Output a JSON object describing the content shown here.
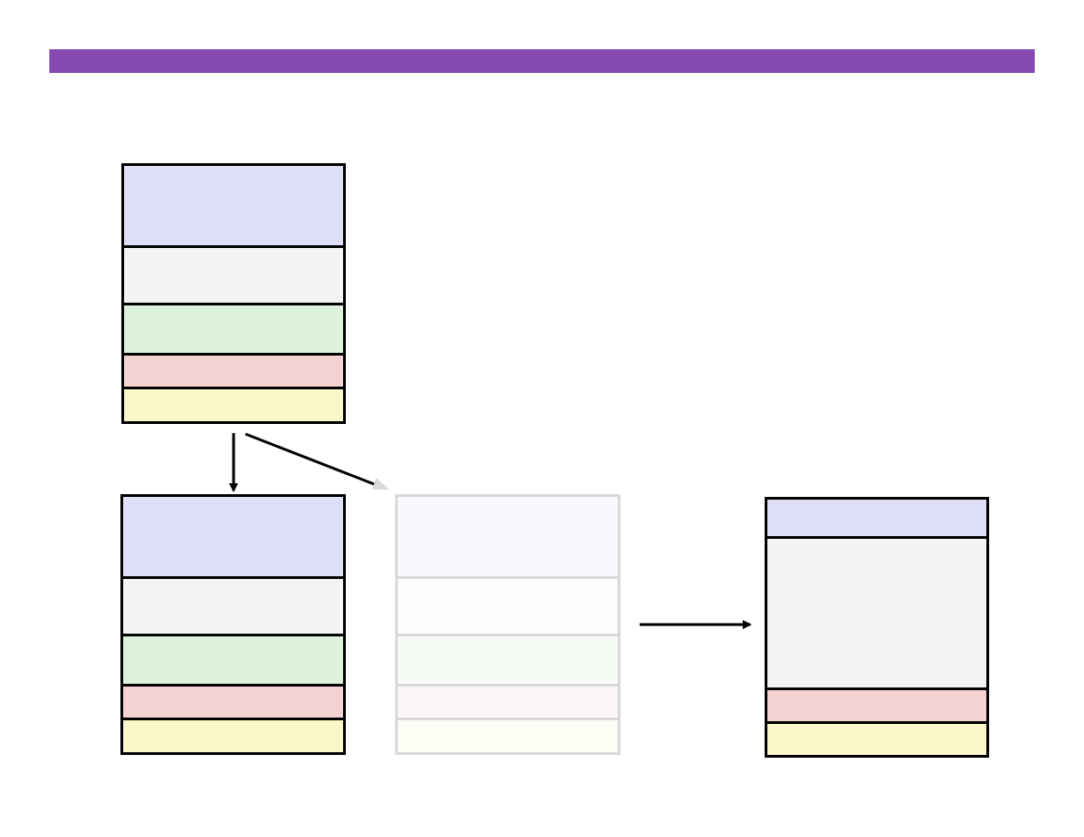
{
  "colors": {
    "title_bar": "#8549b0",
    "blue": "#dfdff7",
    "gray": "#f4f4f4",
    "green": "#dcf2da",
    "red": "#f5d3d3",
    "yellow": "#faf7c9",
    "faded_blue": "#f9f9fd",
    "faded_gray": "#fcfcfc",
    "faded_green": "#f7fbf6",
    "faded_red": "#fcf7f7",
    "faded_yellow": "#fdfdf5",
    "arrow": "#000000",
    "faded_arrow": "#d9d9d9"
  },
  "stacks": [
    {
      "id": "stack-a",
      "segments": [
        {
          "color": "blue",
          "weight": 92
        },
        {
          "color": "gray",
          "weight": 63
        },
        {
          "color": "green",
          "weight": 55
        },
        {
          "color": "red",
          "weight": 36
        },
        {
          "color": "yellow",
          "weight": 37
        }
      ]
    },
    {
      "id": "stack-b",
      "segments": [
        {
          "color": "blue",
          "weight": 92
        },
        {
          "color": "gray",
          "weight": 63
        },
        {
          "color": "green",
          "weight": 55
        },
        {
          "color": "red",
          "weight": 36
        },
        {
          "color": "yellow",
          "weight": 37
        }
      ]
    },
    {
      "id": "stack-c",
      "segments": [
        {
          "color": "faded_blue",
          "weight": 92
        },
        {
          "color": "faded_gray",
          "weight": 63
        },
        {
          "color": "faded_green",
          "weight": 55
        },
        {
          "color": "faded_red",
          "weight": 36
        },
        {
          "color": "faded_yellow",
          "weight": 37
        }
      ]
    },
    {
      "id": "stack-d",
      "segments": [
        {
          "color": "blue",
          "weight": 42
        },
        {
          "color": "gray",
          "weight": 170
        },
        {
          "color": "red",
          "weight": 35
        },
        {
          "color": "yellow",
          "weight": 36
        }
      ]
    }
  ]
}
